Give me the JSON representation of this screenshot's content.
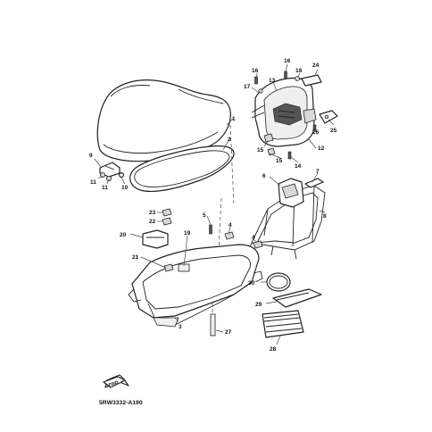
{
  "diagram": {
    "code": "5RW3332-A190",
    "fwd_badge": "FWD",
    "callouts": {
      "c1": "1",
      "c2": "2",
      "c3": "3",
      "c4a": "4",
      "c4b": "4",
      "c5": "5",
      "c6": "6",
      "c7": "7",
      "c8": "8",
      "c9": "9",
      "c10": "10",
      "c11a": "11",
      "c11b": "11",
      "c12": "12",
      "c13": "13",
      "c14": "14",
      "c15a": "15",
      "c15b": "15",
      "c16a": "16",
      "c16b": "16",
      "c17": "17",
      "c18": "18",
      "c19": "19",
      "c20": "20",
      "c21": "21",
      "c22": "22",
      "c23": "23",
      "c24": "24",
      "c25": "25",
      "c26": "26",
      "c27": "27",
      "c28": "28",
      "c29": "29",
      "c30": "30"
    }
  }
}
